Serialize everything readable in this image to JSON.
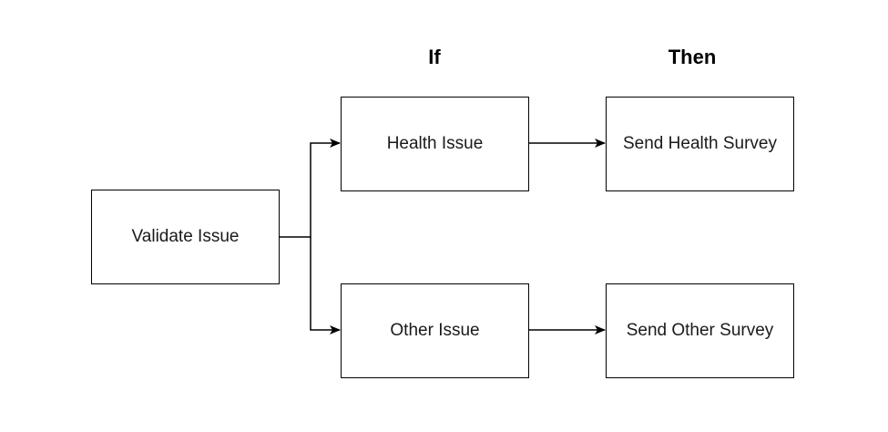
{
  "headers": {
    "if": "If",
    "then": "Then"
  },
  "nodes": {
    "validate": "Validate Issue",
    "health": "Health Issue",
    "other": "Other Issue",
    "send_health": "Send Health Survey",
    "send_other": "Send Other Survey"
  },
  "colors": {
    "stroke": "#000000",
    "text": "#1a1a1a",
    "background": "#ffffff"
  }
}
